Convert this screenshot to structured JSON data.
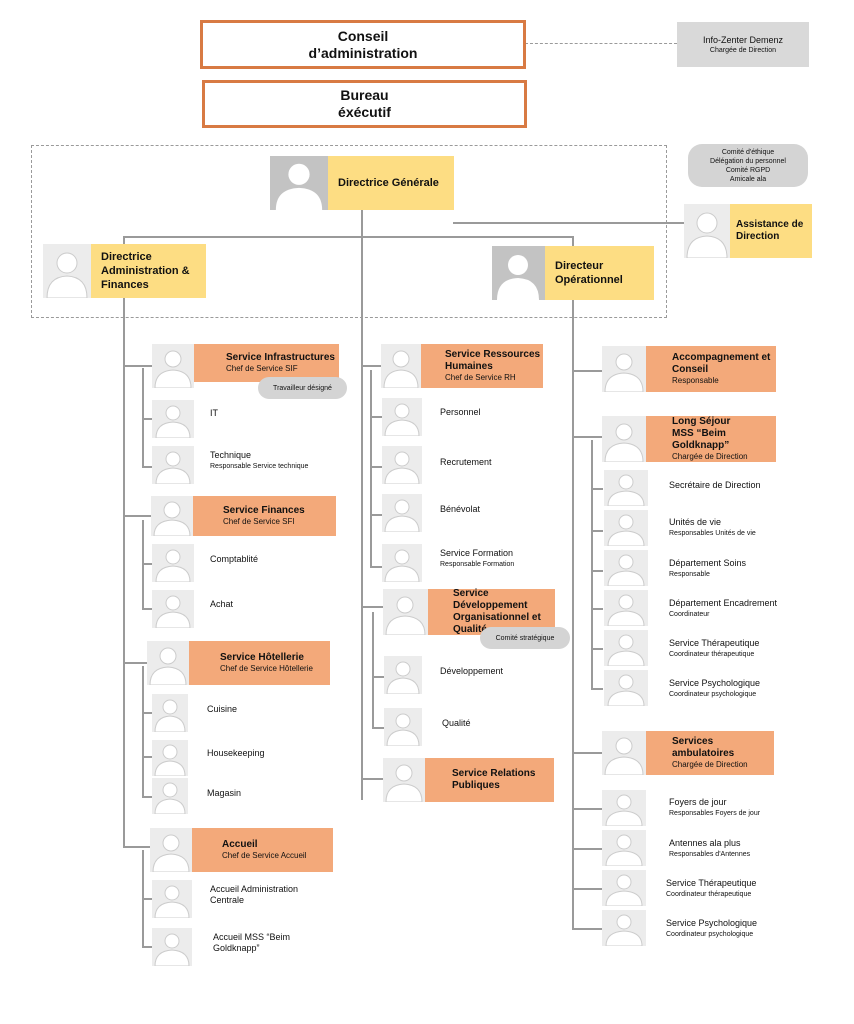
{
  "top": {
    "conseil": [
      "Conseil",
      "d’administration"
    ],
    "bureau": [
      "Bureau",
      "éxécutif"
    ],
    "info_zenter": {
      "title": "Info-Zenter Demenz",
      "sub": "Chargée de Direction"
    }
  },
  "committees": [
    "Comité d'éthique",
    "Délégation du personnel",
    "Comité RGPD",
    "Amicale ala"
  ],
  "assistance": [
    "Assistance de",
    "Direction"
  ],
  "dg": "Directrice Générale",
  "daf": [
    "Directrice",
    "Administration &",
    "Finances"
  ],
  "dop": [
    "Directeur",
    "Opérationnel"
  ],
  "left_col": {
    "sif": {
      "title": "Service Infrastructures",
      "sub": "Chef de Service SIF",
      "badge": "Travailleur désigné"
    },
    "it": {
      "title": "IT"
    },
    "technique": {
      "title": "Technique",
      "sub": "Responsable Service technique"
    },
    "sfi": {
      "title": "Service Finances",
      "sub": "Chef de Service SFI"
    },
    "compta": {
      "title": "Comptablité"
    },
    "achat": {
      "title": "Achat"
    },
    "hotel": {
      "title": "Service Hôtellerie",
      "sub": "Chef de Service Hôtellerie"
    },
    "cuisine": {
      "title": "Cuisine"
    },
    "housekeeping": {
      "title": "Housekeeping"
    },
    "magasin": {
      "title": "Magasin"
    },
    "accueil": {
      "title": "Accueil",
      "sub": "Chef de Service Accueil"
    },
    "accueil_admin": [
      "Accueil Administration",
      "Centrale"
    ],
    "accueil_mss": [
      "Accueil MSS “Beim",
      "Goldknapp”"
    ]
  },
  "mid_col": {
    "rh": {
      "title1": "Service Ressources",
      "title2": "Humaines",
      "sub": "Chef de Service RH"
    },
    "personnel": "Personnel",
    "recrutement": "Recrutement",
    "benevolat": "Bénévolat",
    "formation": {
      "title": "Service Formation",
      "sub": "Responsable Formation"
    },
    "sdoq": [
      "Service Développement",
      "Organisationnel et",
      "Qualité"
    ],
    "comite_strat": "Comité stratégique",
    "developpement": "Développement",
    "qualite": "Qualité",
    "relations": [
      "Service Relations",
      "Publiques"
    ]
  },
  "right_col": {
    "acc_conseil": {
      "title1": "Accompagnement et",
      "title2": "Conseil",
      "sub": "Responsable"
    },
    "long_sejour": {
      "title1": "Long Séjour",
      "title2": "MSS “Beim Goldknapp”",
      "sub": "Chargée de Direction"
    },
    "sec_dir": {
      "title": "Secrétaire de Direction"
    },
    "unites": {
      "title": "Unités de vie",
      "sub": "Responsables Unités de vie"
    },
    "soins": {
      "title": "Département Soins",
      "sub": "Responsable"
    },
    "encadrement": {
      "title": "Département Encadrement",
      "sub": "Coordinateur"
    },
    "therap1": {
      "title": "Service Thérapeutique",
      "sub": "Coordinateur thérapeutique"
    },
    "psycho1": {
      "title": "Service Psychologique",
      "sub": "Coordinateur psychologique"
    },
    "ambu": {
      "title": "Services ambulatoires",
      "sub": "Chargée de Direction"
    },
    "foyers": {
      "title": "Foyers de jour",
      "sub": "Responsables Foyers de jour"
    },
    "antennes": {
      "title": "Antennes ala plus",
      "sub": "Responsables d'Antennes"
    },
    "therap2": {
      "title": "Service Thérapeutique",
      "sub": "Coordinateur thérapeutique"
    },
    "psycho2": {
      "title": "Service Psychologique",
      "sub": "Coordinateur psychologique"
    }
  }
}
